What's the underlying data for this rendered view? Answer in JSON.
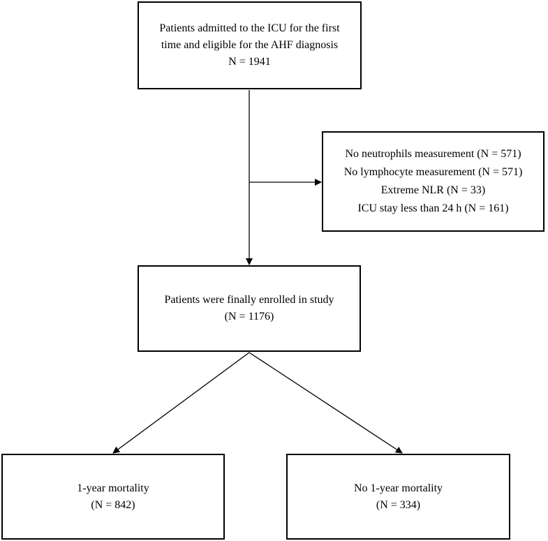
{
  "boxes": {
    "top": {
      "line1": "Patients admitted to the ICU for the first",
      "line2": "time and eligible for the AHF diagnosis",
      "line3": "N = 1941"
    },
    "exclusions": {
      "items": [
        "No neutrophils measurement (N = 571)",
        "No lymphocyte measurement (N = 571)",
        "Extreme NLR (N = 33)",
        "ICU stay less than 24 h (N = 161)"
      ]
    },
    "enrolled": {
      "line1": "Patients were finally enrolled in study",
      "line2": "(N = 1176)"
    },
    "mortality": {
      "line1": "1-year mortality",
      "line2": "(N = 842)"
    },
    "no_mortality": {
      "line1": "No 1-year mortality",
      "line2": "(N = 334)"
    }
  },
  "colors": {
    "line": "#000000",
    "box_border": "#000000",
    "background": "#ffffff"
  }
}
